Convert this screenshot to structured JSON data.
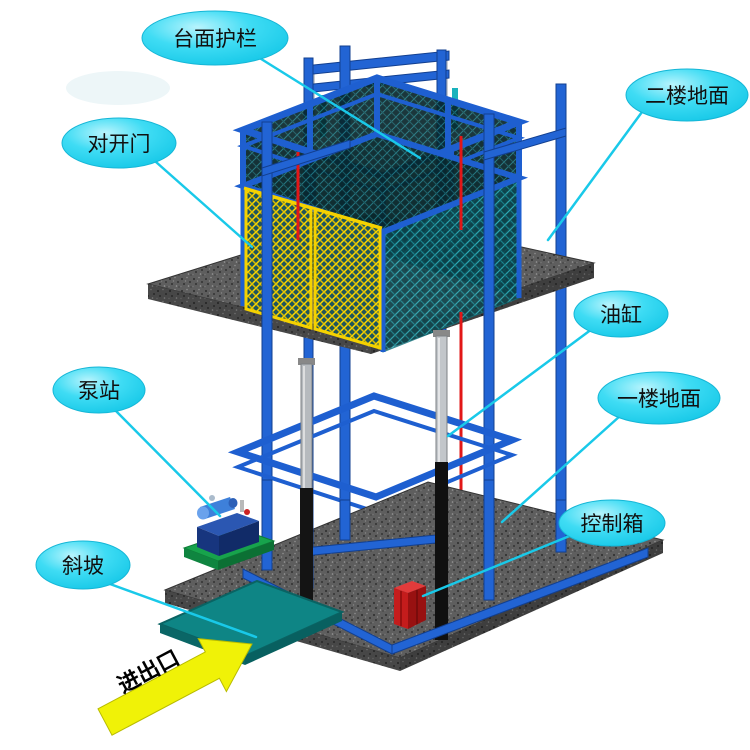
{
  "diagram": {
    "callouts": [
      {
        "id": "platform-guardrail",
        "label": "台面护栏"
      },
      {
        "id": "second-floor-ground",
        "label": "二楼地面"
      },
      {
        "id": "double-swing-door",
        "label": "对开门"
      },
      {
        "id": "oil-cylinder",
        "label": "油缸"
      },
      {
        "id": "pump-station",
        "label": "泵站"
      },
      {
        "id": "first-floor-ground",
        "label": "一楼地面"
      },
      {
        "id": "control-box",
        "label": "控制箱"
      },
      {
        "id": "ramp",
        "label": "斜坡"
      }
    ],
    "arrow_label": "进出口",
    "colors": {
      "callout_fill": "#2fd5f0",
      "leader_line": "#19c9e9",
      "frame_blue": "#1e5fd0",
      "door_yellow": "#f5d200",
      "mesh_teal": "#0e8f96",
      "floor_gray": "#5e5e5e",
      "control_red": "#c41c1c",
      "pump_green": "#17a34c",
      "arrow_yellow": "#f0f207"
    }
  }
}
